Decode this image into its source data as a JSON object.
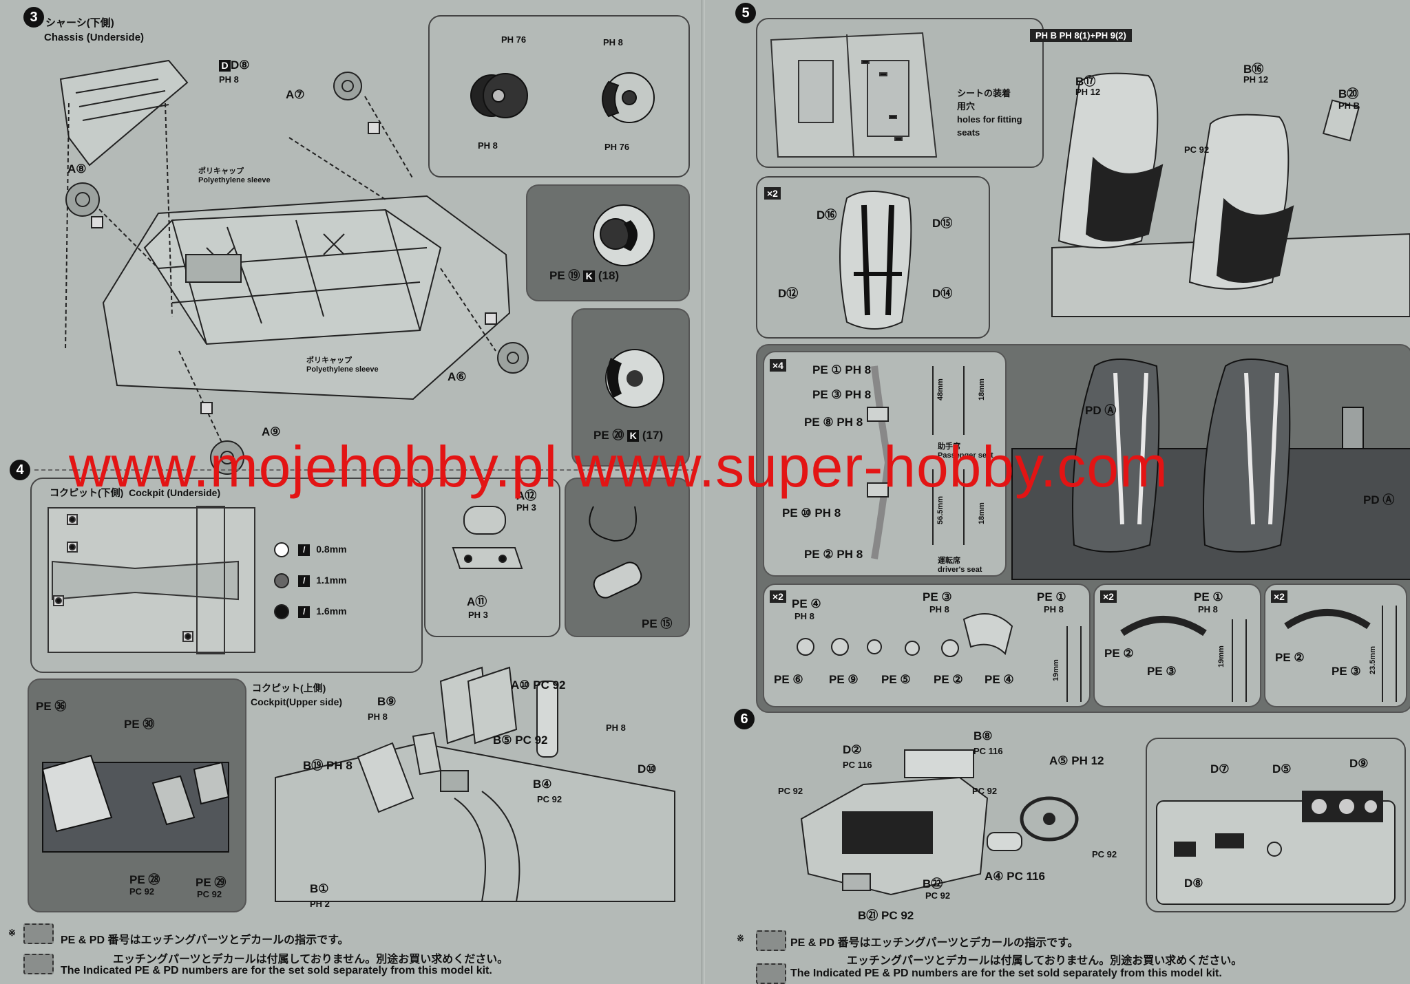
{
  "step3": {
    "number": "3",
    "title_jp": "シャーシ(下側)",
    "title_en": "Chassis (Underside)",
    "sleeve_jp": "ポリキャップ",
    "sleeve_en": "Polyethylene sleeve"
  },
  "step3_labels": {
    "d8": "D⑧",
    "ph8a": "PH 8",
    "a7": "A⑦",
    "a8": "A⑧",
    "a6": "A⑥",
    "a9": "A⑨",
    "ph76a": "PH 76",
    "ph8b": "PH 8",
    "ph8c": "PH 8",
    "ph76b": "PH 76",
    "pe19": "PE ⑲",
    "k18": "(18)",
    "pe20": "PE ⑳",
    "k17": "(17)"
  },
  "step4": {
    "number": "4",
    "sub1_jp": "コクピット(下側)",
    "sub1_en": "Cockpit (Underside)",
    "sub2_jp": "コクピット(上側)",
    "sub2_en": "Cockpit(Upper side)"
  },
  "drills": [
    {
      "size": "0.8mm"
    },
    {
      "size": "1.1mm"
    },
    {
      "size": "1.6mm"
    }
  ],
  "step4_labels": {
    "a12": "A⑫",
    "ph3a": "PH 3",
    "a11": "A⑪",
    "ph3b": "PH 3",
    "pe15": "PE ⑮",
    "pe36": "PE ㊱",
    "pe30": "PE ㉚",
    "pe28": "PE ㉘",
    "pc92a": "PC 92",
    "pe29": "PE ㉙",
    "pc92b": "PC 92",
    "b9": "B⑨",
    "ph8": "PH 8",
    "b19": "B⑲ PH 8",
    "a10": "A⑩ PC 92",
    "b5": "B⑤ PC 92",
    "b4": "B④",
    "pc92c": "PC 92",
    "ph8ext": "PH 8",
    "d10": "D⑩",
    "b1": "B①",
    "ph2": "PH 2"
  },
  "step5": {
    "number": "5",
    "holes_jp": "シートの装着\n用穴",
    "holes_en": "holes for fitting\nseats",
    "ref": "PH B  PH 8(1)+PH 9(2)"
  },
  "step5_labels": {
    "b17": "B⑰",
    "ph12a": "PH 12",
    "b16": "B⑯",
    "ph12b": "PH 12",
    "b20": "B⑳",
    "phb": "PH B",
    "pc92": "PC 92",
    "x2": "×2",
    "d16": "D⑯",
    "d15": "D⑮",
    "d12": "D⑫",
    "d14": "D⑭",
    "x4": "×4",
    "pe1": "PE ① PH 8",
    "pe3": "PE ③ PH 8",
    "pe8": "PE ⑧ PH 8",
    "pe10": "PE ⑩ PH 8",
    "pe2": "PE ② PH 8",
    "mm48": "48mm",
    "mm18a": "18mm",
    "mm565": "56.5mm",
    "mm18b": "18mm",
    "passenger_jp": "助手席",
    "passenger_en": "Passenger seat",
    "driver_jp": "運転席",
    "driver_en": "driver's seat",
    "pda1": "PD Ⓐ",
    "pda2": "PD Ⓐ"
  },
  "step5_belts": {
    "p1": {
      "x2": "×2",
      "pe4": "PE ④",
      "ph8a": "PH 8",
      "pe3": "PE ③",
      "ph8b": "PH 8",
      "pe1": "PE ①",
      "ph8c": "PH 8",
      "pe6": "PE ⑥",
      "pe9": "PE ⑨",
      "pe5": "PE ⑤",
      "pe2": "PE ②",
      "pe4b": "PE ④",
      "mm": "19mm"
    },
    "p2": {
      "x2": "×2",
      "pe1": "PE ①",
      "ph8": "PH 8",
      "pe2": "PE ②",
      "pe3": "PE ③",
      "mm": "19mm"
    },
    "p3": {
      "x2": "×2",
      "pe2": "PE ②",
      "pe3": "PE ③",
      "mm": "23.5mm"
    }
  },
  "step6": {
    "number": "6"
  },
  "step6_labels": {
    "d2": "D②",
    "pc116a": "PC 116",
    "b8": "B⑧",
    "pc116b": "PC 116",
    "pc92a": "PC 92",
    "pc92b": "PC 92",
    "a5": "A⑤ PH 12",
    "a4": "A④ PC 116",
    "pc92c": "PC 92",
    "b22": "B㉒",
    "pc92d": "PC 92",
    "b21": "B㉑ PC 92",
    "d7": "D⑦",
    "d5": "D⑤",
    "d9": "D⑨",
    "d8": "D⑧"
  },
  "footer": {
    "mark": "※",
    "jp1": "PE & PD 番号はエッチングパーツとデカールの指示です。",
    "jp2": "エッチングパーツとデカールは付属しておりません。別途お買い求めください。",
    "en": "The Indicated PE & PD numbers are for the set sold separately from this model kit."
  },
  "watermark": "www.mojehobby.pl www.super-hobby.com"
}
